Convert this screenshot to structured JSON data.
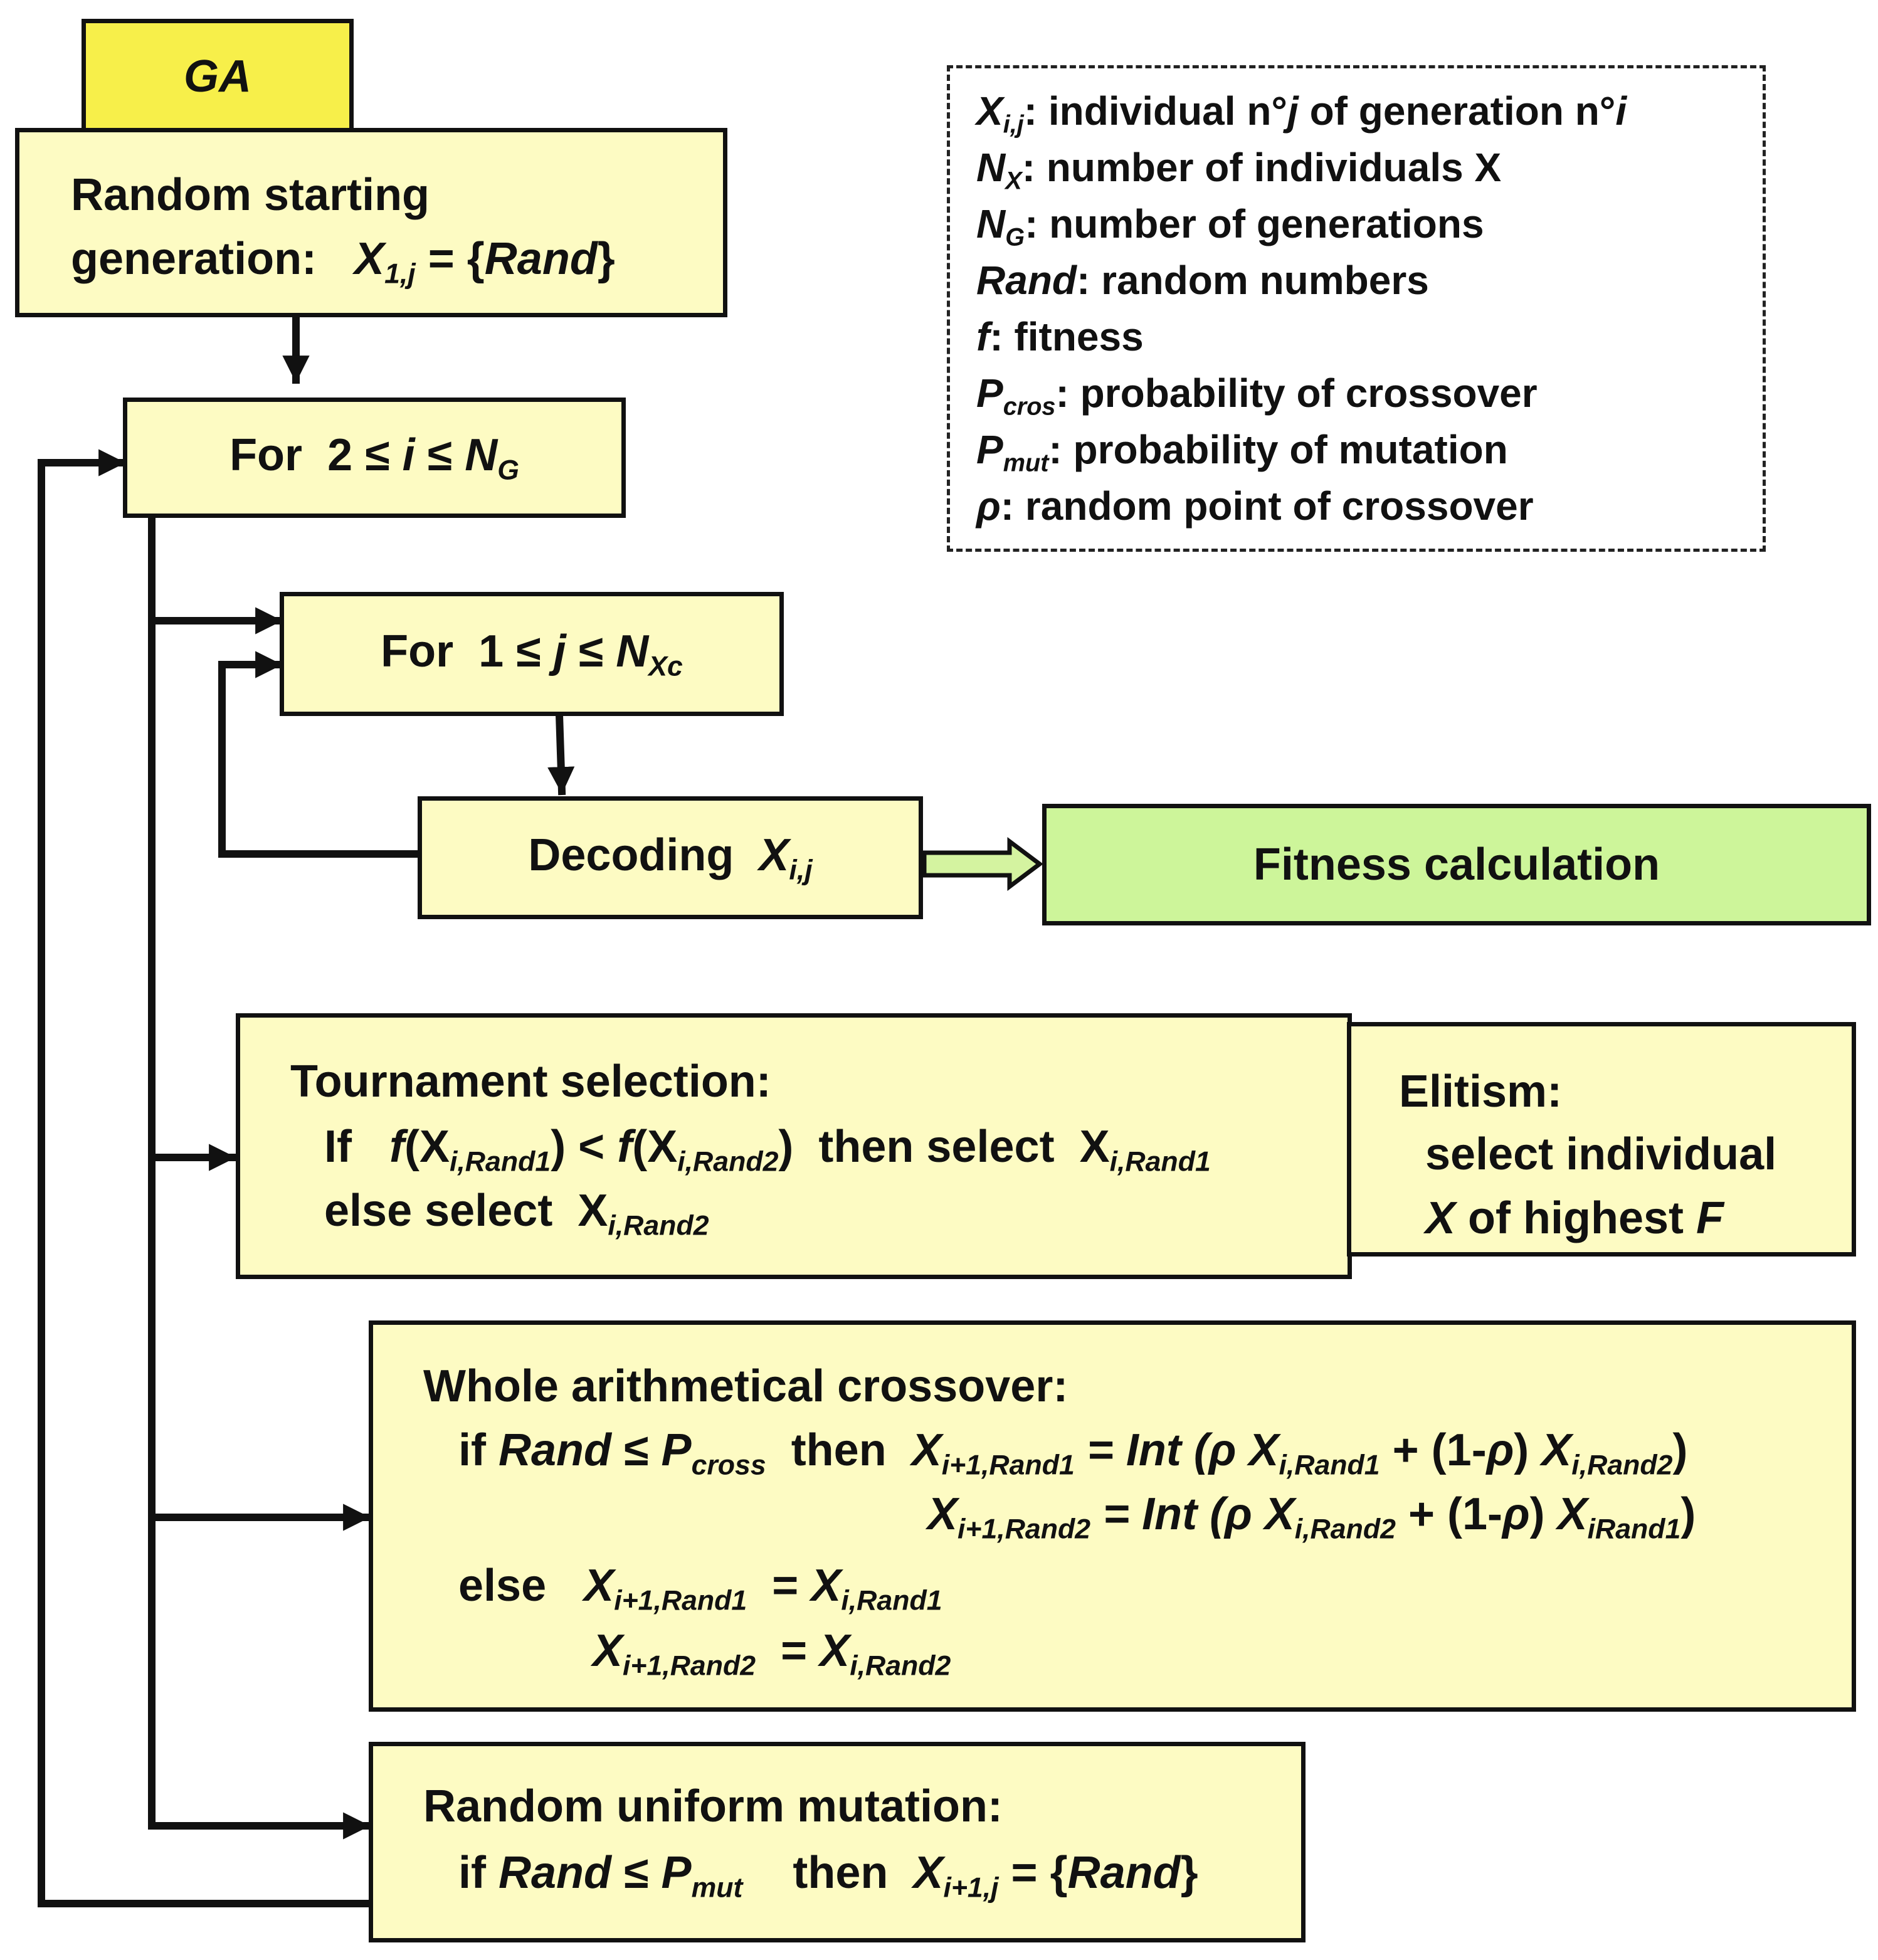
{
  "ga_label": "GA",
  "start_box": {
    "line1": "Random starting",
    "line2_prefix": "generation:",
    "X": "X",
    "sub": "1,j",
    "eq": "= {",
    "rand": "Rand",
    "close": "}"
  },
  "loop_i": {
    "prefix": "For  2 ≤ ",
    "var": "i",
    "mid": " ≤ ",
    "N": "N",
    "sub": "G"
  },
  "loop_j": {
    "prefix": "For  1 ≤ ",
    "var": "j",
    "mid": " ≤ ",
    "N": "N",
    "sub": "Xc"
  },
  "decoding": {
    "label": "Decoding",
    "X": "X",
    "sub": "i,j"
  },
  "fitness": {
    "label": "Fitness calculation"
  },
  "tournament": {
    "title": "Tournament selection:",
    "if_kw": "If",
    "f": "f",
    "x": "X",
    "sub1": "i,Rand1",
    "lt": "<",
    "sub2": "i,Rand2",
    "then": "then select",
    "sel_sub": "i,Rand1",
    "else_kw": "else select",
    "else_sub": "i,Rand2"
  },
  "elitism": {
    "title": "Elitism:",
    "line2": "select individual",
    "X": "X",
    "mid": " of highest ",
    "F": "F"
  },
  "crossover": {
    "title": "Whole arithmetical crossover:",
    "if_kw": "if",
    "rand": "Rand",
    "le": "≤",
    "P": "P",
    "p_sub": "cross",
    "then": "then",
    "X": "X",
    "s_next1": "i+1,Rand1",
    "s_next2": "i+1,Rand2",
    "s_cur1": "i,Rand1",
    "s_cur2": "i,Rand2",
    "s_cur1b": "iRand1",
    "eq_int": "= Int (",
    "rho": "ρ",
    "plus": " + (1-",
    "close_rho": ") ",
    "close": ")",
    "else_kw": "else",
    "eq": "="
  },
  "mutation": {
    "title": "Random uniform mutation:",
    "if_kw": "if",
    "rand": "Rand",
    "le": "≤",
    "P": "P",
    "p_sub": "mut",
    "then": "then",
    "X": "X",
    "x_sub": "i+1,j",
    "eq": "= {",
    "rand2": "Rand",
    "close": "}"
  },
  "legend": [
    {
      "sym": "X",
      "sub": "i,j",
      "text": ": individual n°",
      "var": "j",
      "text2": " of generation n°",
      "var2": "i"
    },
    {
      "sym": "N",
      "sub": "X",
      "text": ": number of individuals X"
    },
    {
      "sym": "N",
      "sub": "G",
      "text": ": number of generations"
    },
    {
      "sym": "Rand",
      "sub": "",
      "text": ": random numbers"
    },
    {
      "sym": "f",
      "sub": "",
      "text": ": fitness"
    },
    {
      "sym": "P",
      "sub": "cros",
      "text": ": probability of crossover"
    },
    {
      "sym": "P",
      "sub": "mut",
      "text": ": probability of mutation"
    },
    {
      "sym": "ρ",
      "sub": "",
      "text": ": random point of crossover"
    }
  ]
}
